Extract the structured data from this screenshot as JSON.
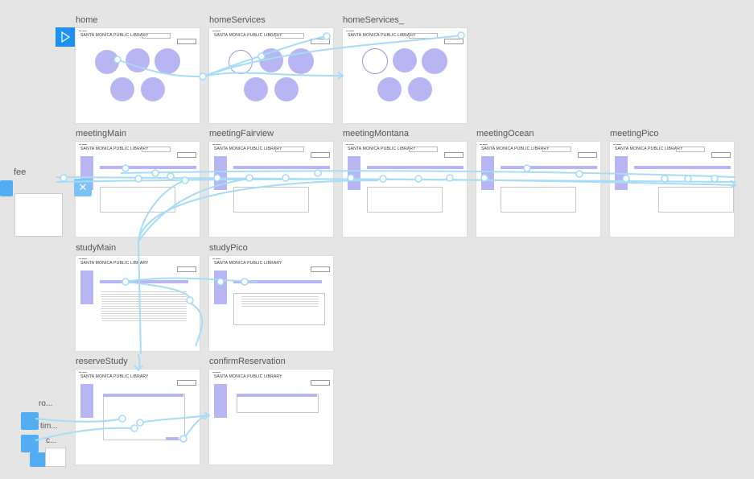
{
  "canvas": {
    "background": "#e5e5e5",
    "accent_color": "#b7b5f2",
    "link_color": "#a6dcf6",
    "play_color": "#1e90f0"
  },
  "frames": [
    {
      "id": "home",
      "label": "home",
      "title": "SANTA MONICA PUBLIC LIBRARY"
    },
    {
      "id": "homeServices",
      "label": "homeServices",
      "title": "SANTA MONICA PUBLIC LIBRARY"
    },
    {
      "id": "homeServices_",
      "label": "homeServices_",
      "title": "SANTA MONICA PUBLIC LIBRARY"
    },
    {
      "id": "meetingMain",
      "label": "meetingMain",
      "title": "SANTA MONICA PUBLIC LIBRARY"
    },
    {
      "id": "meetingFairview",
      "label": "meetingFairview",
      "title": "SANTA MONICA PUBLIC LIBRARY"
    },
    {
      "id": "meetingMontana",
      "label": "meetingMontana",
      "title": "SANTA MONICA PUBLIC LIBRARY"
    },
    {
      "id": "meetingOcean",
      "label": "meetingOcean",
      "title": "SANTA MONICA PUBLIC LIBRARY"
    },
    {
      "id": "meetingPico",
      "label": "meetingPico",
      "title": "SANTA MONICA PUBLIC LIBRARY"
    },
    {
      "id": "studyMain",
      "label": "studyMain",
      "title": "SANTA MONICA PUBLIC LIBRARY"
    },
    {
      "id": "studyPico",
      "label": "studyPico",
      "title": "SANTA MONICA PUBLIC LIBRARY"
    },
    {
      "id": "reserveStudy",
      "label": "reserveStudy",
      "title": "SANTA MONICA PUBLIC LIBRARY"
    },
    {
      "id": "confirmReservation",
      "label": "confirmReservation",
      "title": "SANTA MONICA PUBLIC LIBRARY"
    }
  ],
  "side_components": {
    "fee_label": "fee",
    "ro_label": "ro...",
    "tim_label": "tim...",
    "c_label": "c..."
  },
  "play_icon_glyph": "▷",
  "close_icon_glyph": "✕"
}
